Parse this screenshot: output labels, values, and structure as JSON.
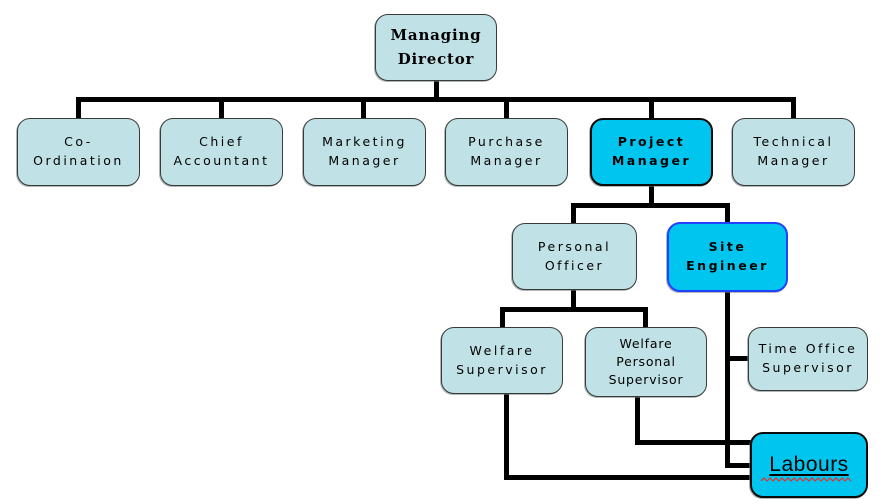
{
  "colors": {
    "node_fill": "#c0e2e7",
    "highlight_fill": "#00c6ef",
    "node_border": "#3a3a3a",
    "site_engineer_border": "#2440ff",
    "connector": "#000000",
    "spellcheck": "#e03131"
  },
  "nodes": {
    "managing_director": {
      "label": "Managing\nDirector",
      "highlighted": false
    },
    "co_ordination": {
      "label": "Co-\nOrdination",
      "highlighted": false
    },
    "chief_accountant": {
      "label": "Chief\nAccountant",
      "highlighted": false
    },
    "marketing_manager": {
      "label": "Marketing\nManager",
      "highlighted": false
    },
    "purchase_manager": {
      "label": "Purchase\nManager",
      "highlighted": false
    },
    "project_manager": {
      "label": "Project\nManager",
      "highlighted": true
    },
    "technical_manager": {
      "label": "Technical\nManager",
      "highlighted": false
    },
    "personal_officer": {
      "label": "Personal\nOfficer",
      "highlighted": false
    },
    "site_engineer": {
      "label": "Site\nEngineer",
      "highlighted": true
    },
    "welfare_supervisor": {
      "label": "Welfare\nSupervisor",
      "highlighted": false
    },
    "welfare_personal_supervisor": {
      "label": "Welfare\nPersonal\nSupervisor",
      "highlighted": false
    },
    "time_office_supervisor": {
      "label": "Time Office\nSupervisor",
      "highlighted": false
    },
    "labours": {
      "label": "Labours",
      "highlighted": true
    }
  }
}
